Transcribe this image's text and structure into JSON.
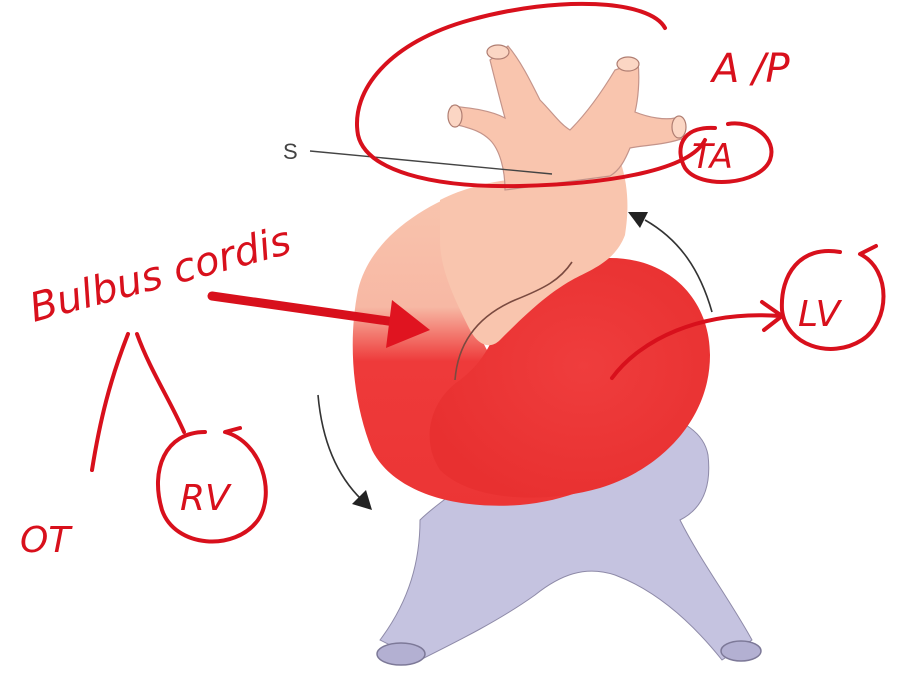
{
  "figure": {
    "printed_labels": {
      "s": "S"
    }
  },
  "annotations": {
    "a_p": "A /P",
    "ta": "TA",
    "bulbus_cordis": "Bulbus cordis",
    "lv": "LV",
    "rv": "RV",
    "ot": "OT"
  },
  "colors": {
    "background": "#ffffff",
    "truncus_pink": "#f9c5ae",
    "ventricle_red": "#ee3a3a",
    "atria_lavender": "#c5c3e0",
    "annotation_red": "#d8101c",
    "printed_text": "#444444",
    "arrow_dark": "#333333"
  }
}
